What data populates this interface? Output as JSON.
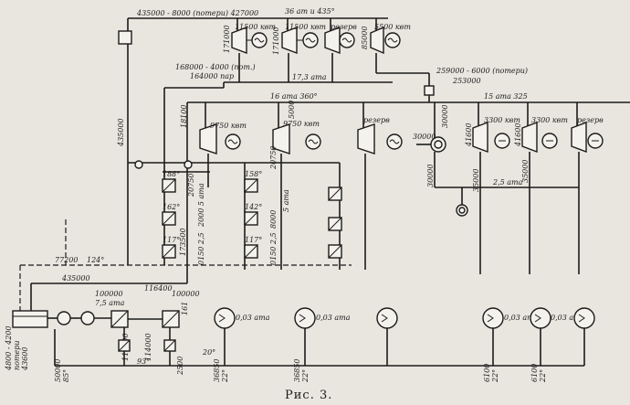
{
  "figure": {
    "caption": "Рис. 3."
  },
  "labels": {
    "top_flow": "435000 - 8000 (потери) 427000",
    "top_header": "36 ат и 435°",
    "t1_power": "11500 квт",
    "t1_flow": "171000",
    "t2_power": "11500 квт",
    "t2_flow": "171000",
    "t3_name": "резерв",
    "t4_power": "5500 квт",
    "t4_flow": "85000",
    "loss1": "168000 - 4000 (пот.)",
    "loss1_res": "164000 пар",
    "header_173": "17,3 ата",
    "loss2": "259000 - 6000 (потери)",
    "loss2_res": "253000",
    "left_vertical": "435000",
    "mid_header": "16 ата 360°",
    "mid_flow": "18100",
    "right_header": "15 ата 325",
    "b1_power": "9750 квт",
    "b2_power": "9750 квт",
    "b3_name": "резерв",
    "b2_flow": "20750",
    "b2_flow_b": "5000",
    "r1_flow_top": "30000",
    "r1_flow_left": "30000",
    "r2_power": "3300 квт",
    "r2_flow": "41600",
    "r3_power": "3300 квт",
    "r3_flow": "41600",
    "r4_name": "резерв",
    "r_flow_low1": "30000",
    "r_flow_low2": "35000",
    "r_flow_low3": "35000",
    "header_25": "2,5 ата",
    "hx_t1": "188°",
    "hx_t2": "162°",
    "hx_t3": "117°",
    "hx_t4": "158°",
    "hx_t5": "142°",
    "hx_t6": "117°",
    "hx_f1": "20750",
    "hx_f2": "2000 5 ата",
    "hx_f3": "0150 2,5",
    "hx_f4": "173500",
    "hx_f5": "8000",
    "hx_f6": "5 ата",
    "hx_f7": "0150 2,5",
    "dash_flow": "77200",
    "dash_temp": "124°",
    "feed_flow": "435000",
    "pump_flow1": "100000",
    "pump_flow2": "7,5 ата",
    "pump_flow3": "116400",
    "pump_flow4": "100000",
    "pump_flow5": "161",
    "pump_flow6": "114000",
    "pump_flow7": "114000",
    "pump_flow8": "2500",
    "pump_temp": "93°",
    "pump_temp2": "20°",
    "tank_flow": "4800 - 4200",
    "tank_flow2": "потери",
    "tank_flow3": "43600",
    "low1": "50000",
    "low1t": "85°",
    "cond1_flow": "36850",
    "cond1_t": "22°",
    "cond1_vac": "0,03 ата",
    "cond2_flow": "36850",
    "cond2_t": "22°",
    "cond2_vac": "0,03 ата",
    "cond4_vac": "0,03 ата",
    "cond5_vac": "0,03 ат",
    "cond4_flow": "6100",
    "cond4_t": "22°",
    "cond5_flow": "6100",
    "cond5_t": "22°"
  }
}
